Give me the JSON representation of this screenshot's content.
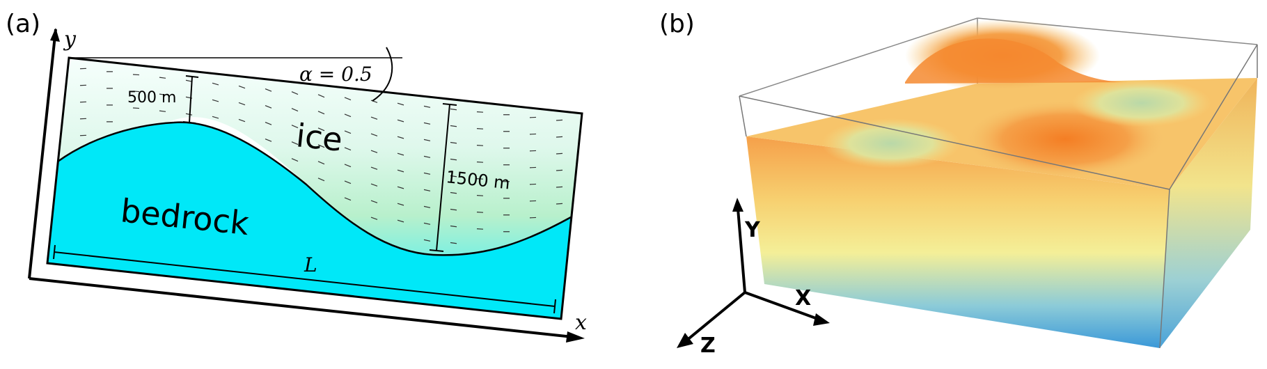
{
  "panel_a": {
    "label": "(a)",
    "y_axis": "y",
    "x_axis": "x",
    "alpha_label": "α = 0.5",
    "dim_small": "500 m",
    "dim_large": "1500 m",
    "ice_label": "ice",
    "bedrock_label": "bedrock",
    "length_label": "L"
  },
  "panel_b": {
    "label": "(b)",
    "axis_y": "Y",
    "axis_x": "X",
    "axis_z": "Z"
  },
  "colors": {
    "bedrock": "#00e8f8",
    "ice_light": "#e8fff4",
    "ice_green": "#bff0c8",
    "warm_orange": "#f48a2e",
    "cold_blue": "#3a98d8"
  }
}
